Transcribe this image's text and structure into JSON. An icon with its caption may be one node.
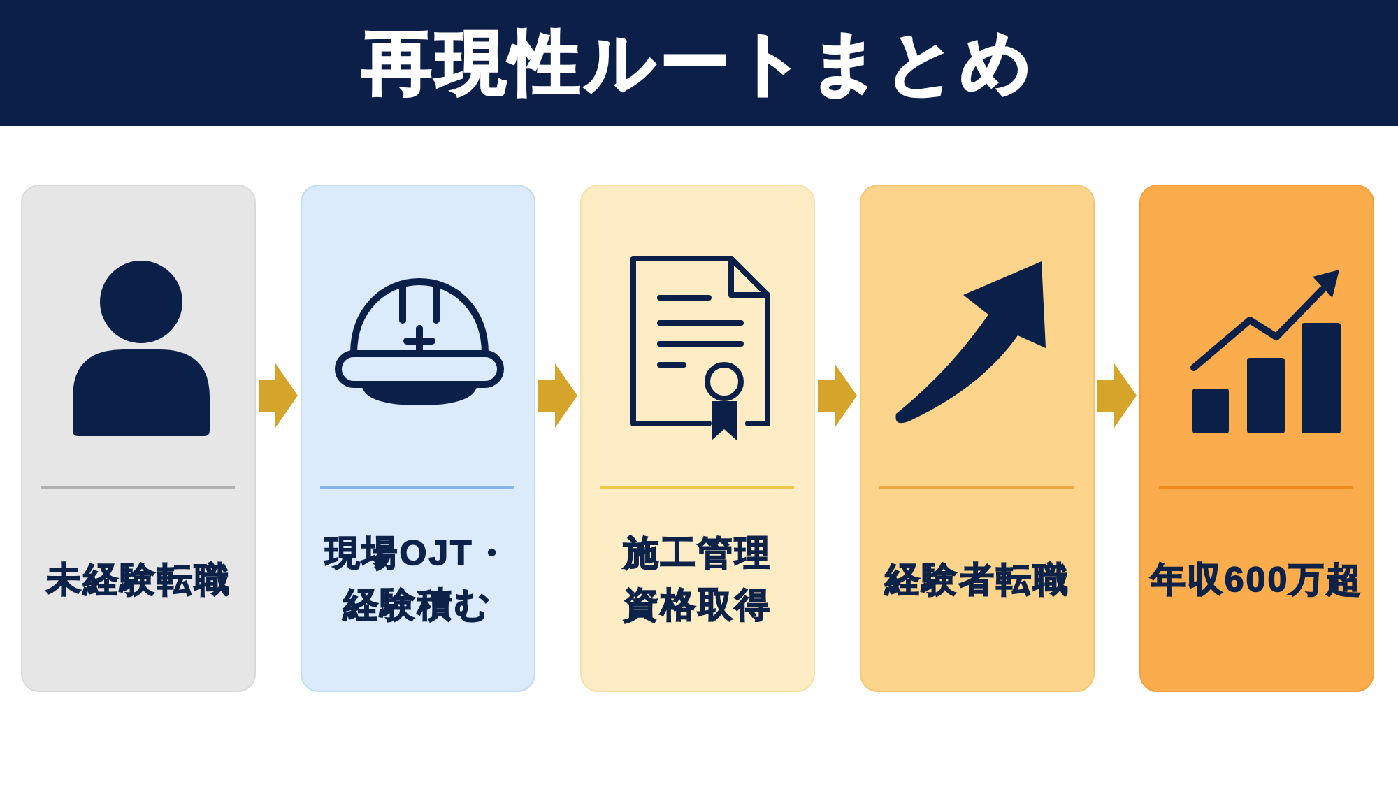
{
  "diagram": {
    "title": "再現性ルートまとめ",
    "nodes": [
      {
        "text": [
          "未経験転職"
        ]
      },
      {
        "text": [
          "現場OJT・経験積む"
        ]
      },
      {
        "text": [
          "施工管理資格取得"
        ]
      },
      {
        "text": [
          "経験者転職"
        ]
      },
      {
        "text": [
          "年収600万超"
        ]
      }
    ],
    "edges": [
      {
        "from": 0,
        "to": 1,
        "arrow": "to"
      },
      {
        "from": 1,
        "to": 2,
        "arrow": "to"
      },
      {
        "from": 2,
        "to": 3,
        "arrow": "to"
      },
      {
        "from": 3,
        "to": 4,
        "arrow": "to"
      }
    ]
  }
}
